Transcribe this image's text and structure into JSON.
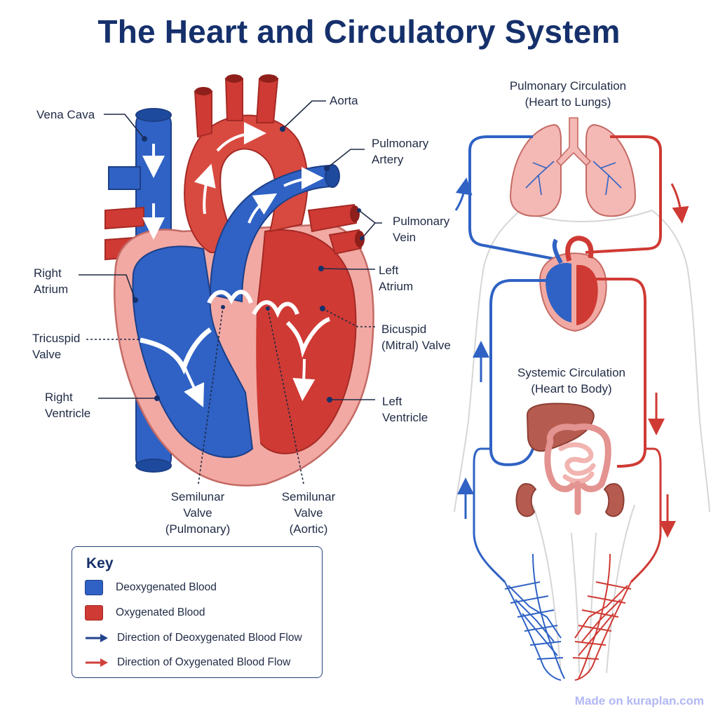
{
  "title": "The Heart and Circulatory System",
  "colors": {
    "deoxygenated": "#2f62c4",
    "oxygenated": "#cf3a34",
    "heart_wall": "#f2a9a3",
    "title": "#15306b"
  },
  "heart_labels": {
    "vena_cava": "Vena Cava",
    "aorta": "Aorta",
    "pulmonary_artery": "Pulmonary\nArtery",
    "pulmonary_vein": "Pulmonary\nVein",
    "right_atrium": "Right\nAtrium",
    "left_atrium": "Left\nAtrium",
    "tricuspid_valve": "Tricuspid\nValve",
    "bicuspid_valve": "Bicuspid\n(Mitral) Valve",
    "right_ventricle": "Right\nVentricle",
    "left_ventricle": "Left\nVentricle",
    "semilunar_pulmonary": "Semilunar\nValve\n(Pulmonary)",
    "semilunar_aortic": "Semilunar\nValve\n(Aortic)"
  },
  "circulation_labels": {
    "pulmonary": "Pulmonary Circulation\n(Heart to Lungs)",
    "systemic": "Systemic Circulation\n(Heart to Body)"
  },
  "key": {
    "title": "Key",
    "items": [
      {
        "type": "swatch",
        "color": "#2f62c4",
        "label": "Deoxygenated Blood"
      },
      {
        "type": "swatch",
        "color": "#cf3a34",
        "label": "Oxygenated Blood"
      },
      {
        "type": "arrow",
        "color": "#22448f",
        "label": "Direction of Deoxygenated Blood Flow"
      },
      {
        "type": "arrow",
        "color": "#d0403a",
        "label": "Direction of Oxygenated Blood Flow"
      }
    ]
  },
  "watermark": "Made on kuraplan.com"
}
